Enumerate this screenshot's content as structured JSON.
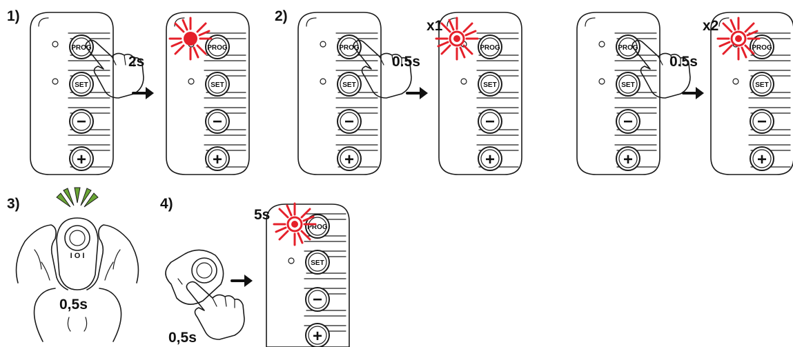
{
  "steps": {
    "s1": "1)",
    "s2": "2)",
    "s3": "3)",
    "s4": "4)"
  },
  "panel_buttons": {
    "prog": "PROG",
    "set": "SET",
    "minus": "−",
    "plus": "+"
  },
  "durations": {
    "step1_press": "2s",
    "step2a_press": "0.5s",
    "step2b_press": "0.5s",
    "step3_press": "0,5s",
    "step4_press": "0,5s",
    "step4_led": "5s"
  },
  "blink_counts": {
    "first": "x1",
    "second": "x2"
  },
  "remote_mark": "I O I",
  "colors": {
    "led_red": "#e5202a",
    "remote_green": "#6aa535",
    "ink": "#1a1a1a"
  }
}
